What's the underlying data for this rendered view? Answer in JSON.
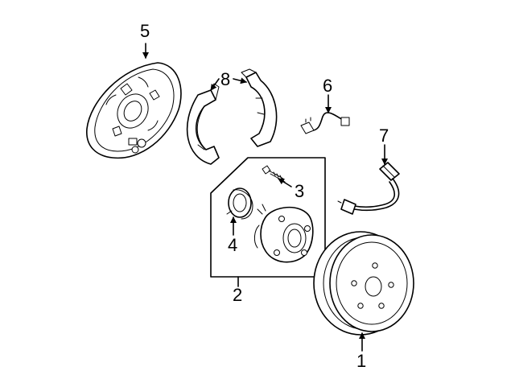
{
  "diagram": {
    "callouts": [
      {
        "id": "c1",
        "label": "1",
        "part": "brake-drum"
      },
      {
        "id": "c2",
        "label": "2",
        "part": "hub-and-bearing-assembly"
      },
      {
        "id": "c3",
        "label": "3",
        "part": "hub-bolt"
      },
      {
        "id": "c4",
        "label": "4",
        "part": "wheel-bearing"
      },
      {
        "id": "c5",
        "label": "5",
        "part": "backing-plate"
      },
      {
        "id": "c6",
        "label": "6",
        "part": "abs-sensor"
      },
      {
        "id": "c7",
        "label": "7",
        "part": "brake-hose"
      },
      {
        "id": "c8",
        "label": "8",
        "part": "brake-shoes"
      }
    ],
    "line_color": "#000000",
    "background": "#ffffff"
  }
}
